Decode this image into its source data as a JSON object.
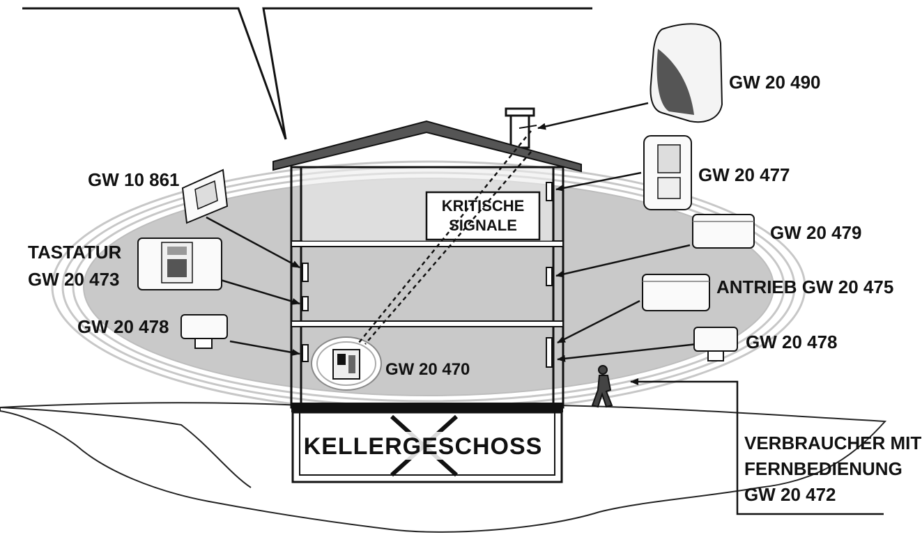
{
  "labels": {
    "gw_20_490": "GW 20 490",
    "gw_20_477": "GW 20 477",
    "gw_20_479": "GW 20 479",
    "antrieb": "ANTRIEB GW 20 475",
    "gw_20_478_right": "GW 20 478",
    "gw_10_861": "GW 10 861",
    "tastatur_title": "TASTATUR",
    "tastatur_code": "GW 20 473",
    "gw_20_478_left": "GW 20 478",
    "gw_20_470": "GW 20 470",
    "kritische_line1": "KRITISCHE",
    "kritische_line2": "SIGNALE",
    "kellergeschoss": "KELLERGESCHOSS",
    "verbraucher_line1": "VERBRAUCHER MIT",
    "verbraucher_line2": "FERNBEDIENUNG",
    "verbraucher_line3": "GW 20 472"
  }
}
